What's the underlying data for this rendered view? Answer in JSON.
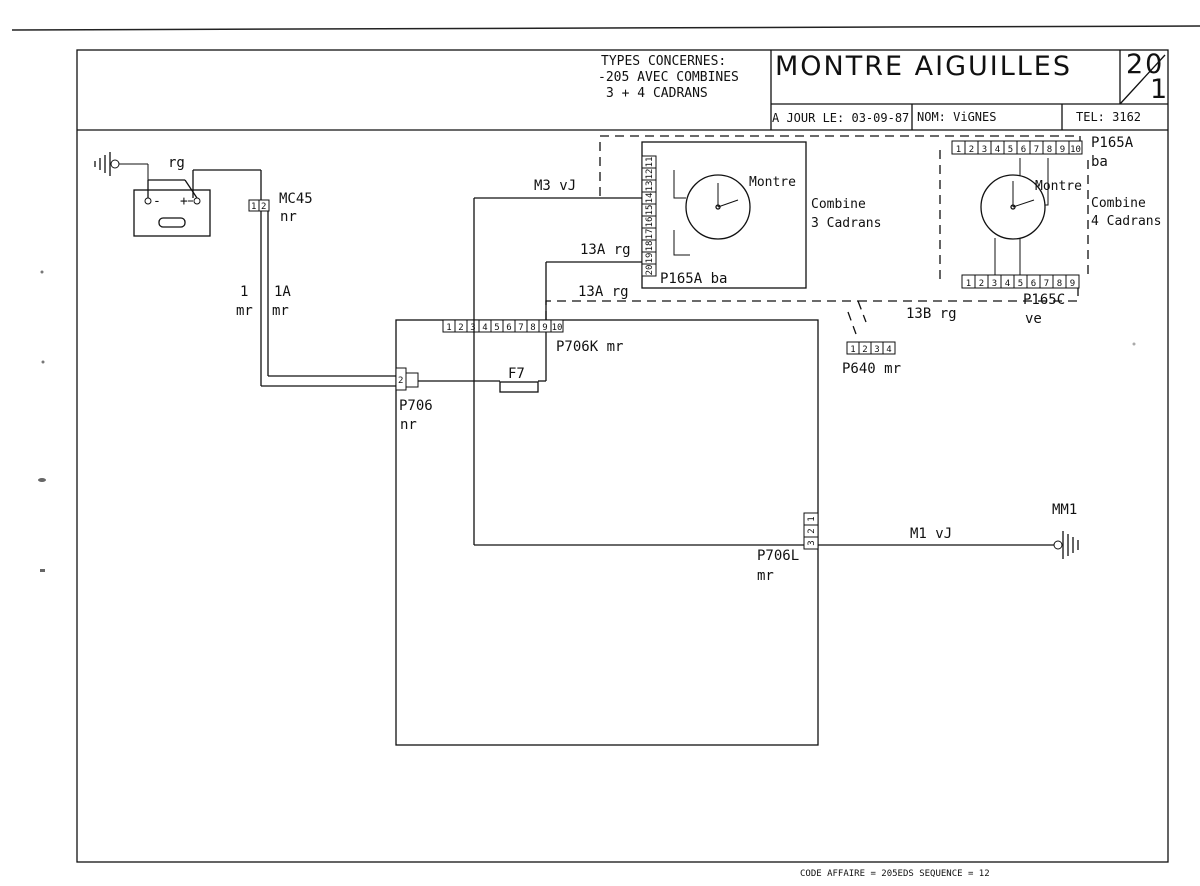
{
  "title_block": {
    "types_line1": "TYPES CONCERNES:",
    "types_line2": "-205 AVEC COMBINES",
    "types_line3": "3 + 4 CADRANS",
    "title": "MONTRE AIGUILLES",
    "sheet_top": "20",
    "sheet_bottom": "1",
    "ajour_label": "A JOUR LE: 03-09-87",
    "nom_label": "NOM: ViGNES",
    "tel_label": "TEL: 3162"
  },
  "footer": {
    "code": "CODE AFFAIRE = 205EDS SEQUENCE = 12"
  },
  "battery": {
    "label": "rg",
    "minus": "-",
    "plus": "+"
  },
  "wires": {
    "w1": "1",
    "w1_color": "mr",
    "w1a": "1A",
    "w1a_color": "mr",
    "m3": "M3 vJ",
    "w13a_1": "13A rg",
    "w13a_2": "13A rg",
    "w13b": "13B rg",
    "m1": "M1 vJ"
  },
  "connectors": {
    "mc45": {
      "name": "MC45",
      "color": "nr",
      "pins": [
        "1",
        "2"
      ]
    },
    "p706": {
      "name": "P706",
      "color": "nr",
      "pin": "2"
    },
    "fuse": {
      "name": "F7"
    },
    "p706k": {
      "name": "P706K mr",
      "pins": [
        "1",
        "2",
        "3",
        "4",
        "5",
        "6",
        "7",
        "8",
        "9",
        "10"
      ]
    },
    "p706l": {
      "name": "P706L",
      "color": "mr",
      "pins": [
        "1",
        "2",
        "3"
      ]
    },
    "p640": {
      "name": "P640 mr",
      "pins": [
        "1",
        "2",
        "3",
        "4"
      ]
    },
    "p165a_3": {
      "name": "P165A ba",
      "pins": [
        "11",
        "12",
        "13",
        "14",
        "15",
        "16",
        "17",
        "18",
        "19",
        "20"
      ]
    },
    "p165a_4": {
      "name": "P165A",
      "color": "ba",
      "pins": [
        "1",
        "2",
        "3",
        "4",
        "5",
        "6",
        "7",
        "8",
        "9",
        "10"
      ]
    },
    "p165c": {
      "name": "P165C",
      "color": "ve",
      "pins": [
        "1",
        "2",
        "3",
        "4",
        "5",
        "6",
        "7",
        "8",
        "9"
      ]
    }
  },
  "devices": {
    "combine3_watch": "Montre",
    "combine3_line1": "Combine",
    "combine3_line2": "3 Cadrans",
    "combine4_watch": "Montre",
    "combine4_line1": "Combine",
    "combine4_line2": "4 Cadrans",
    "ground_mm1": "MM1"
  }
}
